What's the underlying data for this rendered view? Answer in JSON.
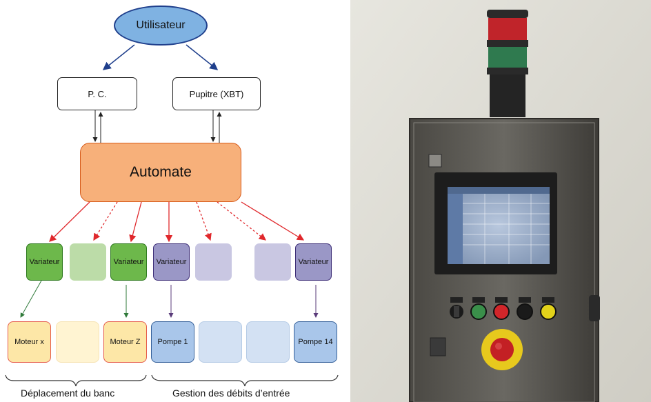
{
  "diagram": {
    "user": "Utilisateur",
    "pc": "P. C.",
    "pupitre": "Pupitre (XBT)",
    "automate": "Automate",
    "variateur_1": "Variateur",
    "variateur_2": "Variateur",
    "variateur_3": "Variateur",
    "variateur_4": "Variateur",
    "moteur_x": "Moteur x",
    "moteur_z": "Moteur Z",
    "pompe_1": "Pompe 1",
    "pompe_14": "Pompe 14",
    "caption_left": "Déplacement du banc",
    "caption_right": "Gestion des débits d’entrée"
  },
  "colors": {
    "user_fill": "#7fb2e2",
    "automate_fill": "#f7b07a",
    "variateur_green": "#6db84b",
    "variateur_purple": "#9a97c6",
    "moteur_fill": "#fde7a7",
    "pompe_fill": "#a9c6ea",
    "arrow_blue": "#1f3f8c",
    "arrow_red": "#e0282c",
    "arrow_green": "#2f7a3a",
    "arrow_purple": "#5a3b7a"
  },
  "photo": {
    "tower_light_colors": [
      "#c0242a",
      "#2f7a4f"
    ],
    "button_colors": [
      "#3a8f4a",
      "#d2262a",
      "#1a1a1a",
      "#e2d21a"
    ]
  }
}
